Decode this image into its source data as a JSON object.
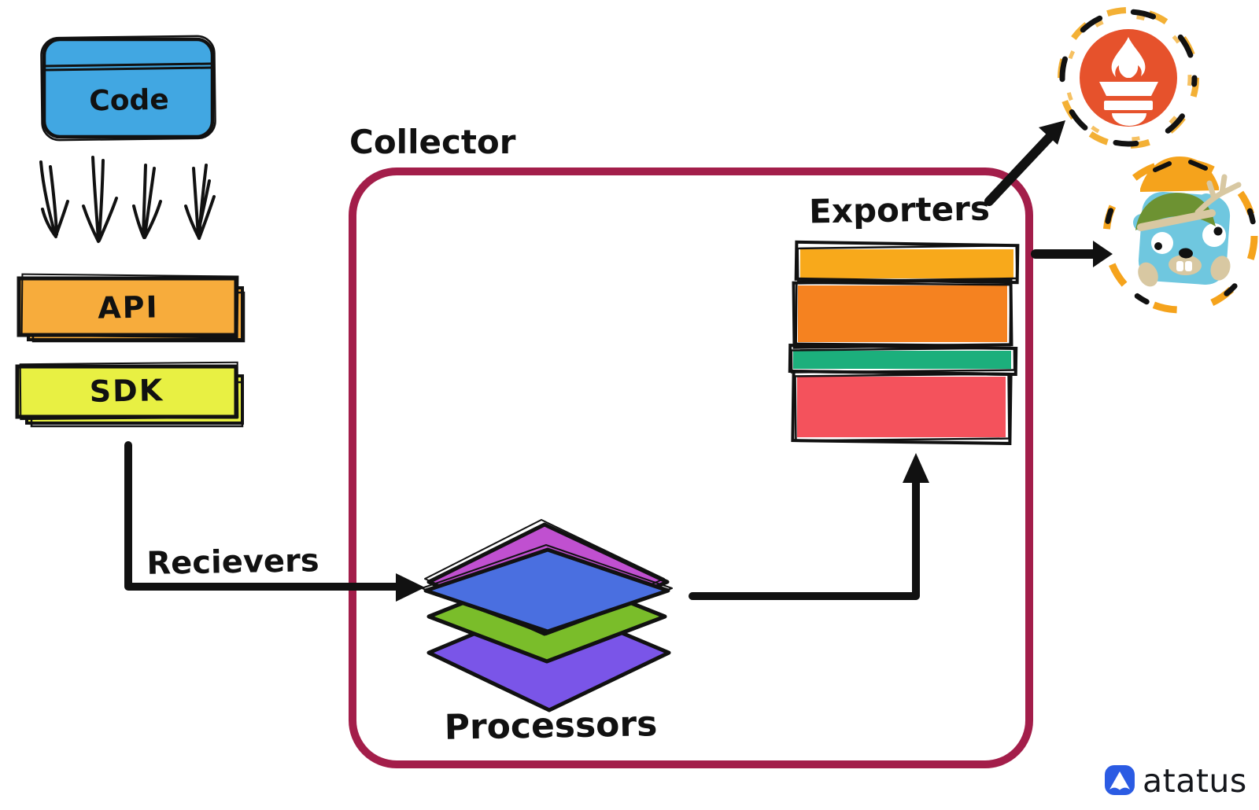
{
  "diagram": {
    "labels": {
      "code": "Code",
      "api": "API",
      "sdk": "SDK",
      "receivers": "Recievers",
      "collector": "Collector",
      "processors": "Processors",
      "exporters": "Exporters"
    },
    "colors": {
      "ink": "#111111",
      "code_box": "#41A7E2",
      "api_box": "#F7AC3C",
      "sdk_box": "#E8F043",
      "collector_border": "#A31E4A",
      "processors": {
        "magenta": "#C050D0",
        "blue": "#4A6FE0",
        "green": "#7ABD2A",
        "violet": "#7A55E8"
      },
      "exporters": {
        "amber": "#F8A91B",
        "orange": "#F58220",
        "green": "#1CAF7C",
        "red": "#F4525C"
      }
    },
    "destinations": {
      "prometheus": {
        "icon": "prometheus-flame-icon",
        "color": "#E6522C",
        "ring_yellow": "#F2A71F"
      },
      "jaeger": {
        "icon": "jaeger-gopher-icon",
        "body_color": "#6FC7DF",
        "hat_color": "#6D9232",
        "tan_color": "#D8C8A2",
        "ring_orange": "#F5A31C"
      }
    }
  },
  "brand": {
    "wordmark": "atatus",
    "icon_color": "#2B5BE3",
    "text_color": "#15171C"
  }
}
